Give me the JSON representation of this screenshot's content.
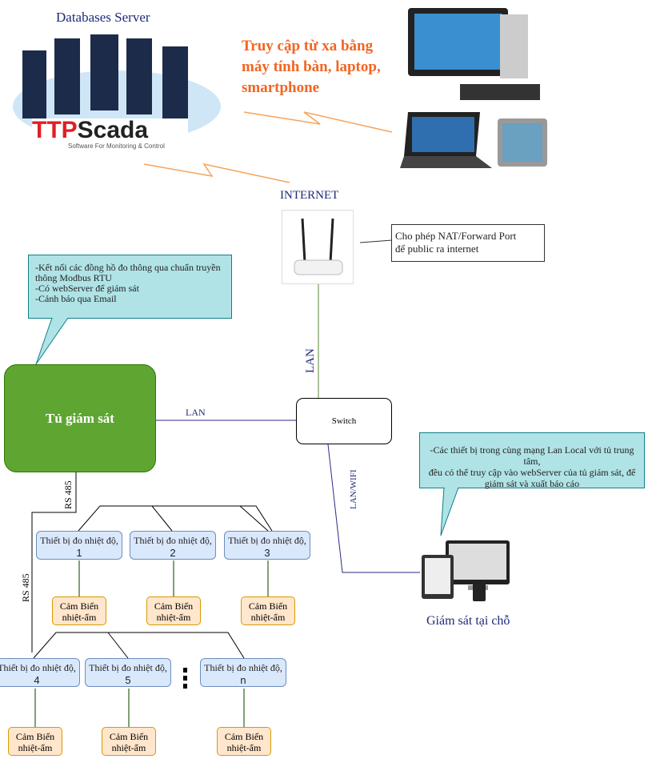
{
  "server": {
    "title": "Databases Server",
    "logo": "TTPScada",
    "logo_tagline": "Software For Monitoring & Control"
  },
  "remote_text": [
    "Truy cập từ xa bằng",
    "máy tính bàn, laptop,",
    "smartphone"
  ],
  "internet_label": "INTERNET",
  "router_callout": [
    "Cho phép NAT/Forward Port",
    "để public ra internet"
  ],
  "panel_callout": [
    "-Kết nối các đồng hồ đo thông qua chuẩn truyền",
    "thông Modbus RTU",
    "-Có webServer để giám sát",
    "-Cảnh báo qua Email"
  ],
  "panel": {
    "label": "Tủ giám sát"
  },
  "switch": {
    "label": "Switch"
  },
  "links": {
    "lan_h": "LAN",
    "lan_v": "LAN",
    "lanwifi": "LAN/WIFI",
    "rs485_1": "RS 485",
    "rs485_2": "RS 485"
  },
  "local_callout": [
    "-Các thiết bị trong cùng mạng Lan Local với tủ trung tâm,",
    "đều có thể truy cập vào webServer của tủ giám sát, để",
    "giám sát và xuất báo cáo"
  ],
  "local_label": "Giám sát tại chỗ",
  "device_label": "Thiết bị đo nhiệt độ,",
  "devices": [
    "1",
    "2",
    "3",
    "4",
    "5",
    "n"
  ],
  "sensor_label": [
    "Cảm Biến",
    "nhiệt-ẩm"
  ],
  "colors": {
    "panel": "#5ea631",
    "callout": "#b0e3e6",
    "device": "#dae8fc",
    "sensor": "#ffe6cc",
    "orange": "#f26522",
    "navy": "#1f2a7a"
  }
}
